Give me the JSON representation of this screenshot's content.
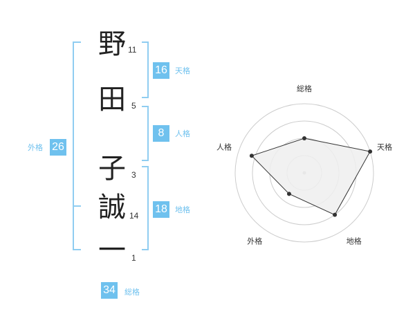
{
  "name": {
    "characters": [
      {
        "char": "野",
        "strokes": "11"
      },
      {
        "char": "田",
        "strokes": "5"
      },
      {
        "char": "子",
        "strokes": "3"
      },
      {
        "char": "誠",
        "strokes": "14"
      },
      {
        "char": "一",
        "strokes": "1"
      }
    ]
  },
  "kakusu": {
    "tenkaku": {
      "value": "16",
      "label": "天格"
    },
    "jinkaku": {
      "value": "8",
      "label": "人格"
    },
    "chikaku": {
      "value": "18",
      "label": "地格"
    },
    "gaikaku": {
      "value": "26",
      "label": "外格"
    },
    "soukaku": {
      "value": "34",
      "label": "総格"
    }
  },
  "chart_data": {
    "type": "radar",
    "categories": [
      "総格",
      "天格",
      "地格",
      "外格",
      "人格"
    ],
    "values": [
      2,
      4,
      3,
      1.5,
      3.2
    ],
    "rmax": 4,
    "rings": 4,
    "colors": {
      "fill": "#eeeeee",
      "line": "#333333",
      "point": "#333333",
      "grid": "#cccccc",
      "center": "#bbbbbb"
    }
  }
}
